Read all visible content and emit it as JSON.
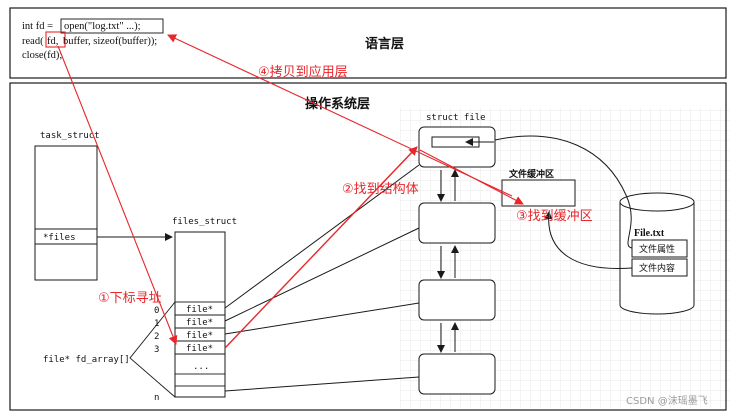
{
  "language_layer": {
    "code": {
      "line1_pre": "int fd = ",
      "line1_call": "open(\"log.txt\" ...);",
      "line2_pre": "read(",
      "line2_fd": "fd,",
      "line2_post": " buffer, sizeof(buffer));",
      "line3": "close(fd);"
    },
    "title": "语言层"
  },
  "os_layer": {
    "title": "操作系统层",
    "task_struct": {
      "label": "task_struct",
      "field": "*files"
    },
    "files_struct": {
      "label": "files_struct",
      "rows": [
        "file*",
        "file*",
        "file*",
        "file*",
        "..."
      ],
      "indices": [
        "0",
        "1",
        "2",
        "3",
        "n"
      ],
      "fd_array_label": "file* fd_array[]"
    },
    "struct_file": {
      "label": "struct file"
    },
    "file_buffer": {
      "label": "文件缓冲区"
    },
    "disk_file": {
      "label": "File.txt",
      "attr": "文件属性",
      "content": "文件内容"
    }
  },
  "annotations": {
    "step1": "①下标寻址",
    "step2": "②找到结构体",
    "step3": "③找到缓冲区",
    "step4": "④拷贝到应用层"
  },
  "watermark": "CSDN @沫瑶墨飞",
  "colors": {
    "annotation_red": "#e8262b",
    "line_dark": "#1a1a1a",
    "grid": "#e3e3e3"
  }
}
